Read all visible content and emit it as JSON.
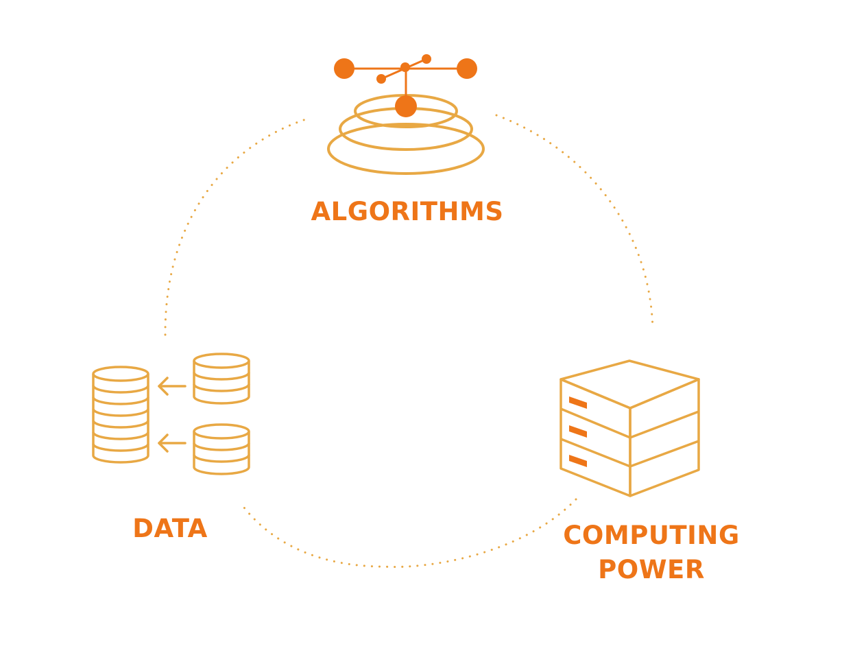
{
  "colors": {
    "accent": "#EE7518",
    "outline": "#E8A844",
    "background": "#FFFFFF"
  },
  "nodes": {
    "algorithms": {
      "label": "ALGORITHMS",
      "icon": "algorithm-network-icon"
    },
    "data": {
      "label": "DATA",
      "icon": "database-stack-icon"
    },
    "computing_power": {
      "label_line1": "COMPUTING",
      "label_line2": "POWER",
      "icon": "server-stack-icon"
    }
  }
}
